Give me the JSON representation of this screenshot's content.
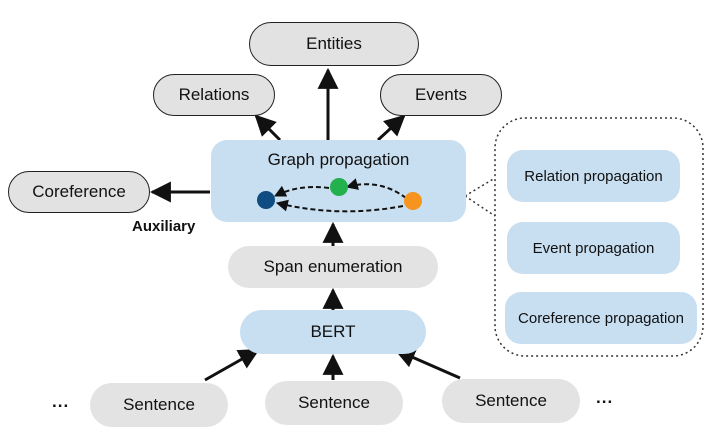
{
  "nodes": {
    "entities": "Entities",
    "relations": "Relations",
    "events": "Events",
    "coreference": "Coreference",
    "graph_propagation": "Graph propagation",
    "auxiliary": "Auxiliary",
    "span_enumeration": "Span enumeration",
    "bert": "BERT",
    "sentence_left": "Sentence",
    "sentence_middle": "Sentence",
    "sentence_right": "Sentence",
    "ellipsis_left": "...",
    "ellipsis_right": "..."
  },
  "detail_panel": {
    "items": [
      "Relation propagation",
      "Event propagation",
      "Coreference propagation"
    ]
  },
  "colors": {
    "dot_blue": "#0f4c81",
    "dot_green": "#22b14c",
    "dot_orange": "#f7941d",
    "light_blue": "#c8dff2",
    "light_gray": "#e3e3e3"
  }
}
